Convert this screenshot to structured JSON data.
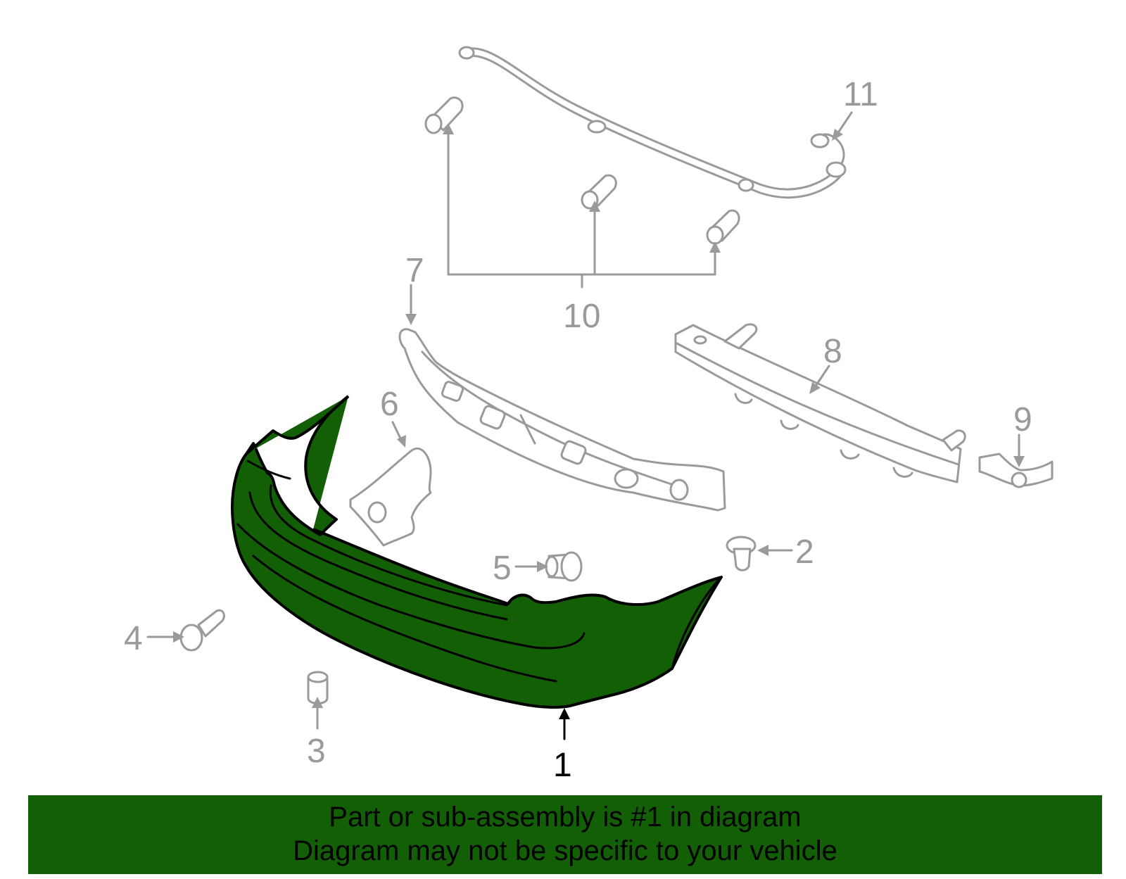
{
  "diagram": {
    "callouts": {
      "c1": "1",
      "c2": "2",
      "c3": "3",
      "c4": "4",
      "c5": "5",
      "c6": "6",
      "c7": "7",
      "c8": "8",
      "c9": "9",
      "c10": "10",
      "c11": "11"
    },
    "highlighted_part": "1",
    "colors": {
      "highlight": "#135f06",
      "outline": "#9a9a9a"
    }
  },
  "banner": {
    "line1": "Part or sub-assembly is #1 in diagram",
    "line2": "Diagram may not be specific to your vehicle"
  }
}
